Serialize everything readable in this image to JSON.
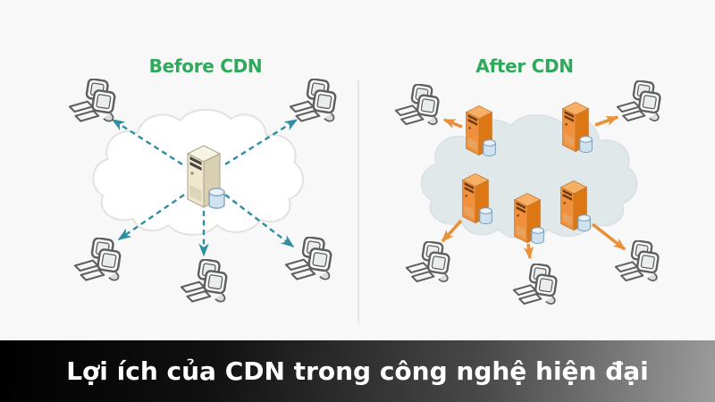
{
  "page": {
    "background_color": "#f8f8f8"
  },
  "colors": {
    "page_bg": "#f8f8f8",
    "title_green": "#2fa95c",
    "before_arrow_teal": "#2e8fa3",
    "after_arrow_orange": "#e8913a",
    "origin_server_beige": "#efe8cf",
    "edge_server_orange": "#f0903c",
    "cloud_before_fill": "#ffffff",
    "cloud_before_stroke": "#e2e2de",
    "cloud_after_fill": "#e1e8ea",
    "database_cylinder_blue": "#cfe2f0",
    "banner_text": "#ffffff",
    "banner_gradient_left": "#000000",
    "banner_gradient_right": "#9c9c9c"
  },
  "panels": {
    "before": {
      "title": "Before CDN",
      "description": "single origin server in a cloud serving five client workstations",
      "server_count": 1,
      "client_count": 5,
      "arrow_style": "dashed-teal-outward"
    },
    "after": {
      "title": "After CDN",
      "description": "five edge servers in a cloud serving five client workstations",
      "server_count": 5,
      "client_count": 5,
      "arrow_style": "solid-orange-outward"
    }
  },
  "banner": {
    "text": "Lợi ích của CDN trong công nghệ hiện đại"
  }
}
